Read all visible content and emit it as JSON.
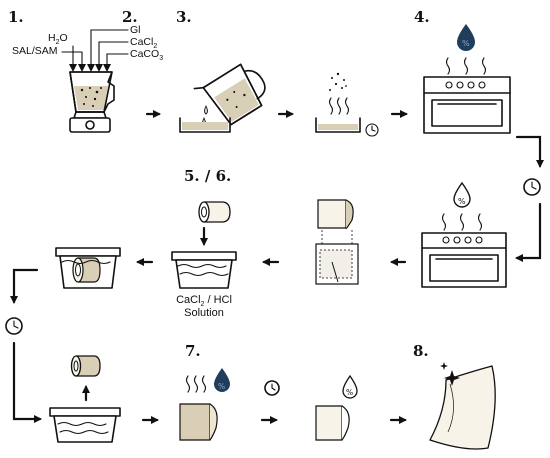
{
  "steps": {
    "s1": "1.",
    "s2": "2.",
    "s3": "3.",
    "s4": "4.",
    "s56": "5. / 6.",
    "s7": "7.",
    "s8": "8."
  },
  "ingredients": {
    "water": "H",
    "water_sub": "2",
    "water_tail": "O",
    "salsam": "SAL/SAM",
    "gl": "Gl",
    "cacl": "CaCl",
    "cacl_sub": "2",
    "caco": "CaCO",
    "caco_sub": "3"
  },
  "solution": {
    "line1_a": "CaCl",
    "line1_sub": "2",
    "line1_b": " / HCl",
    "line2": "Solution"
  },
  "colors": {
    "ink": "#111111",
    "beige": "#d9ceb6",
    "drop_blue": "#1f3d5c",
    "cream": "#f7f3e8"
  }
}
